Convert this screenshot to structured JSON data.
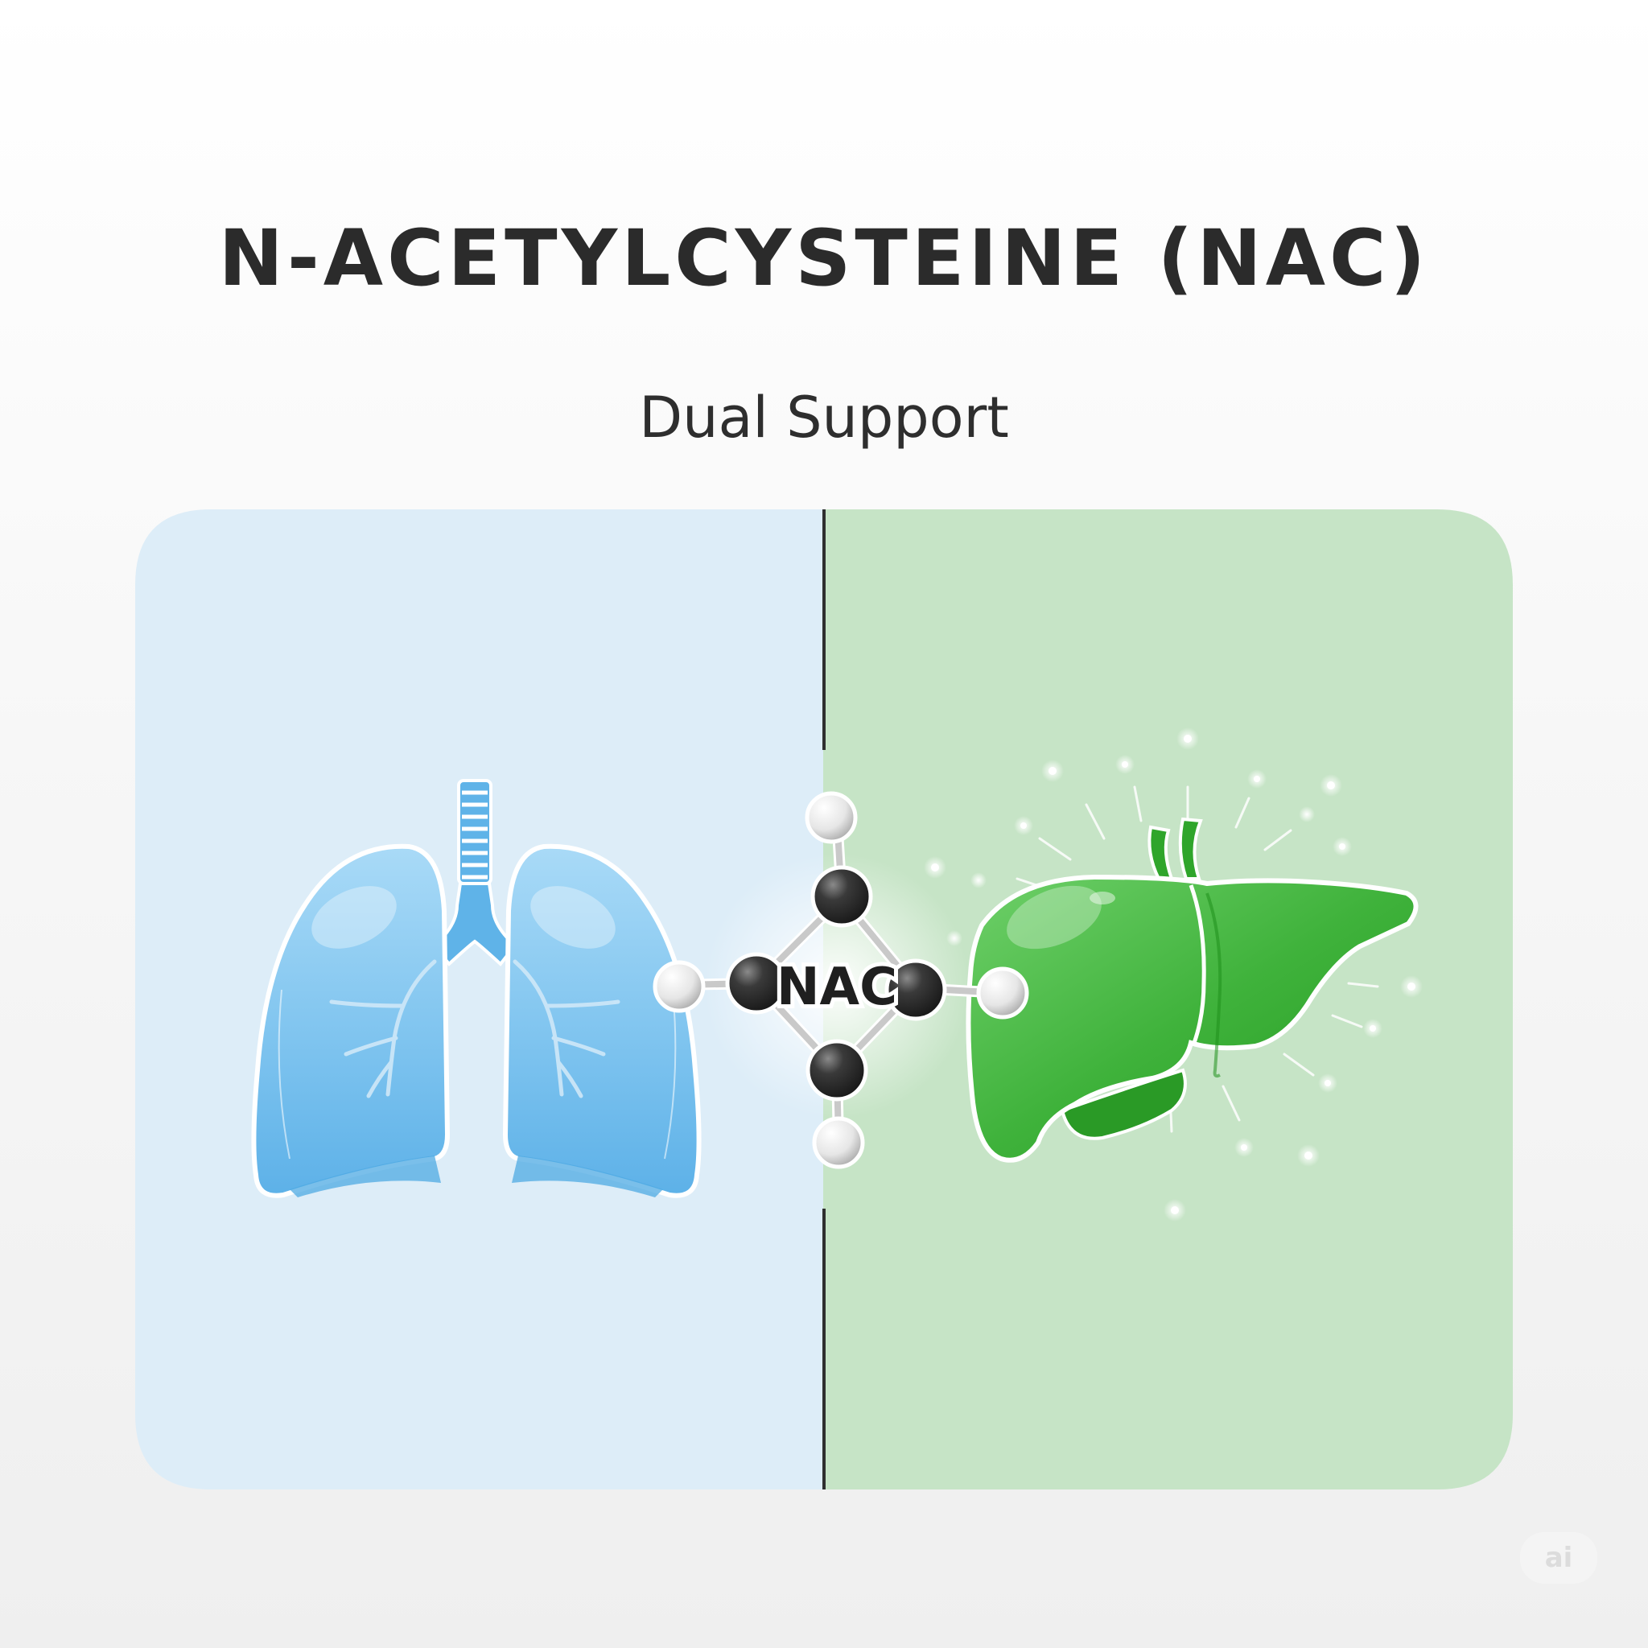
{
  "header": {
    "title": "N-ACETYLCYSTEINE (NAC)",
    "subtitle": "Dual Support"
  },
  "molecule": {
    "label": "NAC"
  },
  "watermark": {
    "text": "ai"
  },
  "colors": {
    "left_panel": "#ddedf8",
    "right_panel": "#c6e4c6",
    "lung_fill": "#7ec3ee",
    "lung_shadow": "#4ea9e3",
    "liver_fill": "#3fb23b",
    "liver_dark": "#2a9a26",
    "atom_dark": "#2b2b2b",
    "atom_light": "#eeeeee",
    "divider": "#2f2f2f",
    "title_text": "#2b2b2b"
  }
}
